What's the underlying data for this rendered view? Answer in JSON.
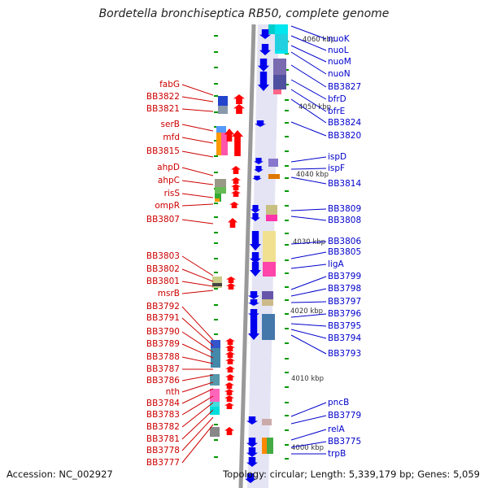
{
  "title": "Bordetella bronchiseptica RB50, complete genome",
  "accession_text": "Accession: NC_002927",
  "summary_text": "Topology: circular; Length: 5,339,179 bp; Genes: 5,059",
  "colors": {
    "left_label": "#cc0000",
    "right_label": "#0000cc",
    "backbone": "#999999",
    "arrow_red": "#ff0000",
    "arrow_blue": "#0000ee",
    "tick": "#009900"
  },
  "kbp_markers": [
    "4060 kbp",
    "4050 kbp",
    "4040 kbp",
    "4030 kbp",
    "4020 kbp",
    "4010 kbp",
    "4000 kbp"
  ],
  "left_genes": [
    "fabG",
    "BB3822",
    "BB3821",
    "serB",
    "mfd",
    "BB3815",
    "ahpD",
    "ahpC",
    "risS",
    "ompR",
    "BB3807",
    "BB3803",
    "BB3802",
    "BB3801",
    "msrB",
    "BB3792",
    "BB3791",
    "BB3790",
    "BB3789",
    "BB3788",
    "BB3787",
    "BB3786",
    "nth",
    "BB3784",
    "BB3783",
    "BB3782",
    "BB3781",
    "BB3778",
    "BB3777"
  ],
  "right_genes": [
    "nuoK",
    "nuoL",
    "nuoM",
    "nuoN",
    "BB3827",
    "bfrD",
    "bfrE",
    "BB3824",
    "BB3820",
    "ispD",
    "ispF",
    "BB3814",
    "BB3809",
    "BB3808",
    "BB3806",
    "BB3805",
    "ligA",
    "BB3799",
    "BB3798",
    "BB3797",
    "BB3796",
    "BB3795",
    "BB3794",
    "BB3793",
    "pncB",
    "BB3779",
    "relA",
    "BB3775",
    "trpB"
  ]
}
